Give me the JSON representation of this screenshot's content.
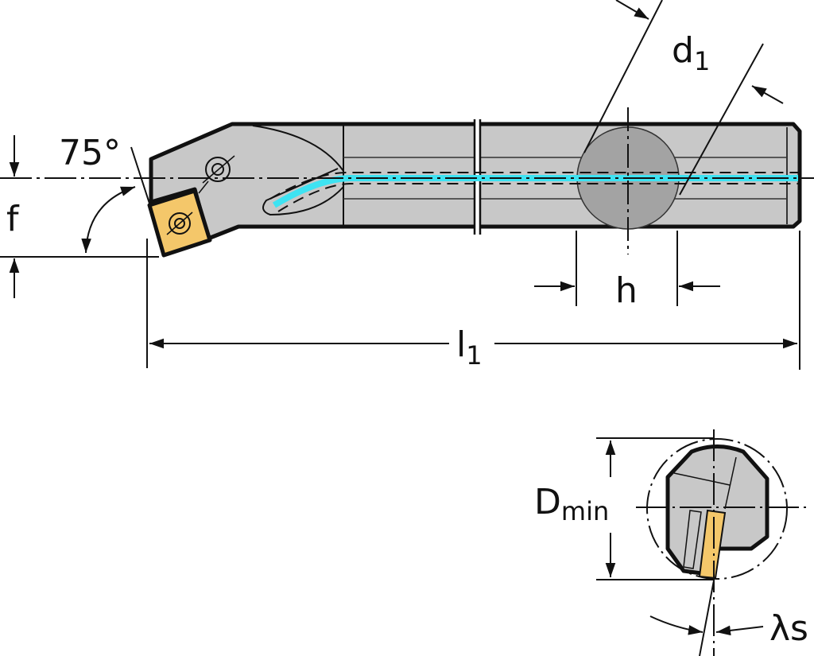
{
  "labels": {
    "angle": "75°",
    "f": "f",
    "d": "d",
    "d_sub": "1",
    "h": "h",
    "l": "l",
    "l_sub": "1",
    "D": "D",
    "D_sub": "min",
    "lambda_s": "λs"
  },
  "colors": {
    "body": "#c8c8c8",
    "section": "#a3a3a3",
    "insert": "#f4c76a",
    "coolant": "#3ee3f2",
    "line": "#111111"
  }
}
